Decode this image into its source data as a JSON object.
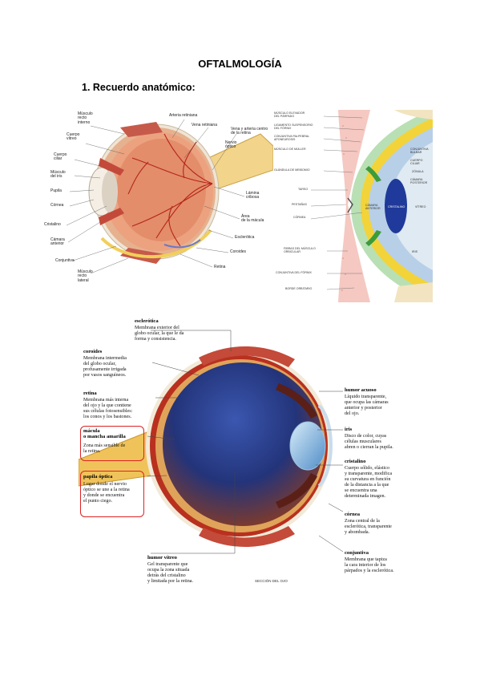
{
  "page": {
    "title": "OFTALMOLOGÍA",
    "section": "1.  Recuerdo anatómico:"
  },
  "figure1": {
    "labels": {
      "musculo_recto_interno": "Músculo\nrecto\ninterno",
      "arteria_retiniana": "Arteria retiniana",
      "vena_retiniana": "Vena retiniana",
      "vena_arteria_centro": "Vena y arteria centro\nde la retina",
      "cuerpo_vitreo": "Cuerpo\nvítreo",
      "nervio_optico": "Nervio\nóptico",
      "cuerpo_ciliar": "Cuerpo\nciliar",
      "musculo_iris": "Músculo\ndel iris",
      "pupila": "Pupila",
      "cornea": "Córnea",
      "cristalino": "Cristalino",
      "camara_anterior": "Cámara\nanterior",
      "conjuntiva": "Conjuntiva",
      "musculo_recto_lateral": "Músculo\nrecto\nlateral",
      "lamina_cribosa": "Lámina\ncribosa",
      "area_macula": "Área\nde la mácula",
      "esclerotica": "Esclerótica",
      "coroides": "Coroides",
      "retina": "Retina"
    }
  },
  "figure2": {
    "labels": {
      "musculo_elevador": "Músculo elevador\ndel párpado",
      "ligamento": "Ligamento suspensorio\ndel fórnix",
      "conjuntiva_palpebral": "Conjuntiva palpebral\naponeurosis",
      "musculo_muller": "Músculo de Müller",
      "glandula_meibomio": "Glándula de meibomio",
      "tarso": "Tarso",
      "pestanas": "Pestañas",
      "cornea": "Córnea",
      "fibras_orbicular": "Fibras del músculo\norbicular",
      "conjuntiva_fornix": "Conjuntiva del fórnix",
      "borde_orbitario": "Borde orbitario",
      "conjuntiva_bulbar": "Conjuntiva\nbulbar",
      "cuerpo_ciliar": "Cuerpo\nciliar",
      "zonula": "Zónula",
      "camara_posterior": "Cámara\nposterior",
      "camara_anterior": "Cámara\nanterior",
      "cristalino": "Cristalino",
      "vitreo": "Vítreo",
      "iris": "Iris"
    }
  },
  "figure3": {
    "terms": {
      "esclerotica": {
        "term": "esclerótica",
        "desc": "Membrana exterior del\nglobo ocular, la que le da\nforma y consistencia."
      },
      "coroides": {
        "term": "coroides",
        "desc": "Membrana intermedia\ndel globo ocular,\nprofusamente irrigada\npor vasos sanguíneos."
      },
      "retina": {
        "term": "retina",
        "desc": "Membrana más interna\ndel ojo y la que contiene\nsus células fotosensibles:\nlos conos y los bastones."
      },
      "macula": {
        "term": "mácula\no mancha amarilla",
        "desc": "Zona más sensible de\nla retina."
      },
      "papila": {
        "term": "papila óptica",
        "desc": "Lugar donde el nervio\nóptico se une a la retina\ny donde se encuentra\nel punto ciego."
      },
      "humor_vitreo": {
        "term": "humor vítreo",
        "desc": "Gel transparente que\nocupa la zona situada\ndetrás del cristalino\ny limitada por la retina."
      },
      "humor_acuoso": {
        "term": "humor acuoso",
        "desc": "Líquido transparente,\nque ocupa las cámaras\nanterior y posterior\ndel ojo."
      },
      "iris": {
        "term": "iris",
        "desc": "Disco de color, cuyas\ncélulas musculares\nabren o cierran la pupila."
      },
      "cristalino": {
        "term": "cristalino",
        "desc": "Cuerpo sólido, elástico\ny transparente, modifica\nsu curvatura en función\nde la distancia a la que\nse encuentra una\ndeterminada imagen."
      },
      "cornea": {
        "term": "córnea",
        "desc": "Zona central de la\nesclerótica, transparente\ny abombada."
      },
      "conjuntiva": {
        "term": "conjuntiva",
        "desc": "Membrana que tapiza\nla cara interior de los\npárpados y la esclerótica."
      }
    },
    "caption": "SECCIÓN DEL OJO"
  },
  "colors": {
    "sclera": "#f1e9dc",
    "choroid": "#c9362b",
    "retina_bg": "#e8a07d",
    "vitreous": "#2a3f86",
    "lid_skin": "#f5c8c2",
    "lens_blue": "#1f3a9a",
    "ciliary_yellow": "#f2d33a",
    "red_box": "#d22222"
  }
}
